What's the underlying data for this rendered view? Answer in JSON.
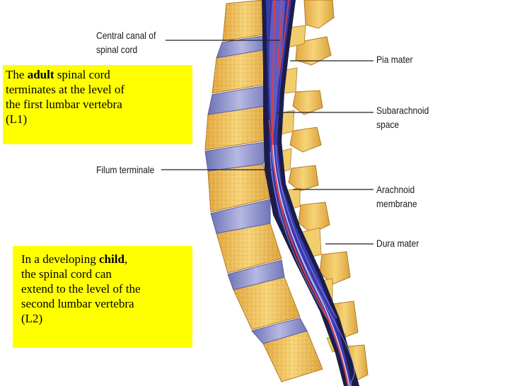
{
  "labels": {
    "central_canal": [
      "Central canal of",
      "spinal cord"
    ],
    "pia_mater": "Pia mater",
    "subarachnoid": [
      "Subarachnoid",
      "space"
    ],
    "filum_terminale": "Filum terminale",
    "arachnoid": [
      "Arachnoid",
      "membrane"
    ],
    "dura_mater": "Dura mater"
  },
  "notes": {
    "adult": {
      "pre": "The ",
      "bold": "adult",
      "post": " spinal cord",
      "lines": [
        "terminates at the level of",
        "the first lumbar vertebra",
        "(L1)"
      ]
    },
    "child": {
      "pre": "In a developing ",
      "bold": "child",
      "post": ",",
      "lines": [
        "the spinal cord can",
        "extend to the level of the",
        "second lumbar vertebra",
        "(L2)"
      ]
    }
  },
  "colors": {
    "note_background": "#ffff00",
    "vertebra": "#f0c65c",
    "disc": "#8a8fc8",
    "cord": "#3c3ca8",
    "dura": "#1c1c4a",
    "vessel": "#e0403a",
    "leader": "#222222"
  }
}
